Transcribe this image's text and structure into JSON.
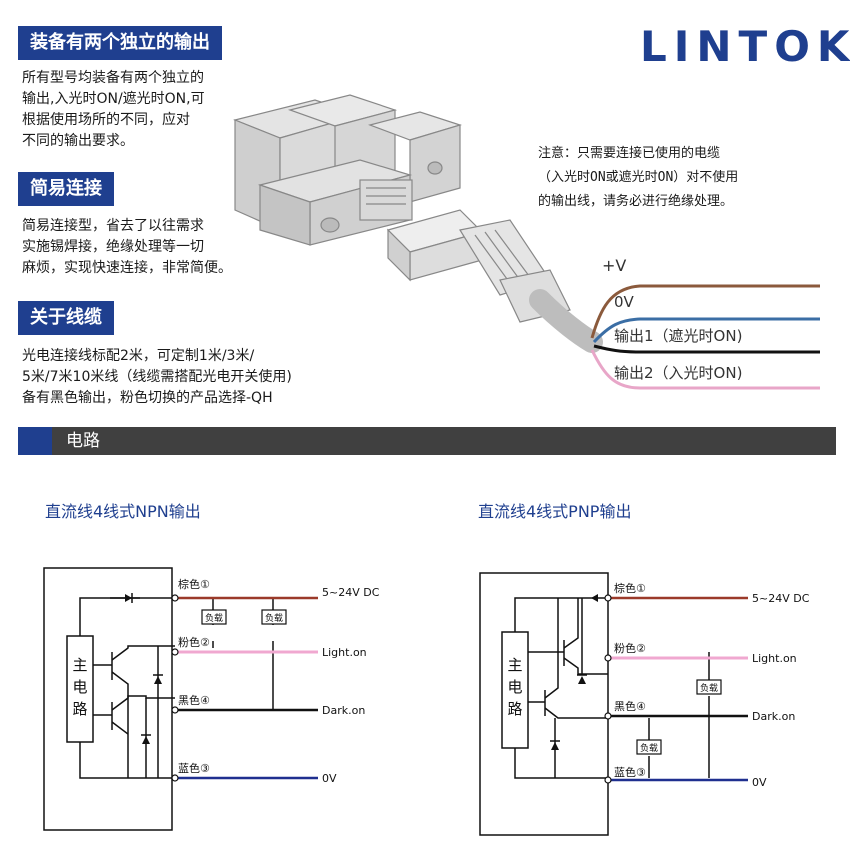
{
  "brand": {
    "logo": "LINTOK"
  },
  "features": [
    {
      "title": "装备有两个独立的输出",
      "lines": [
        "所有型号均装备有两个独立的",
        "输出,入光时ON/遮光时ON,可",
        "根据使用场所的不同，应对",
        "不同的输出要求。"
      ]
    },
    {
      "title": "简易连接",
      "lines": [
        "简易连接型，省去了以往需求",
        "实施锡焊接，绝缘处理等一切",
        "麻烦，实现快速连接，非常简便。"
      ]
    },
    {
      "title": "关于线缆",
      "lines": [
        "光电连接线标配2米，可定制1米/3米/",
        "5米/7米10米线（线缆需搭配光电开关使用)",
        "备有黑色输出，粉色切换的产品选择-QH"
      ]
    }
  ],
  "notice": {
    "lines": [
      "注意：只需要连接已使用的电缆",
      "（入光时ON或遮光时ON）对不使用",
      "的输出线，请务必进行绝缘处理。"
    ]
  },
  "cable": {
    "labels": [
      "+V",
      "0V",
      "输出1（遮光时ON)",
      "输出2（入光时ON)"
    ],
    "colors": {
      "brown": "#8b5a3c",
      "blue": "#3b6ea5",
      "black": "#111111",
      "pink": "#e8a6c8"
    }
  },
  "circuit_section": {
    "title": "电路"
  },
  "circuits": {
    "npn": {
      "title": "直流线4线式NPN输出",
      "main_circuit": "主电路",
      "wires": [
        "棕色①",
        "粉色②",
        "黑色④",
        "蓝色③"
      ],
      "terminals": [
        "5~24V DC",
        "Light.on",
        "Dark.on",
        "0V"
      ],
      "load": "负载"
    },
    "pnp": {
      "title": "直流线4线式PNP输出",
      "main_circuit": "主电路",
      "wires": [
        "棕色①",
        "粉色②",
        "黑色④",
        "蓝色③"
      ],
      "terminals": [
        "5~24V DC",
        "Light.on",
        "Dark.on",
        "0V"
      ],
      "load": "负载"
    }
  },
  "colors": {
    "brand": "#1f3f8f",
    "bar": "#404040",
    "brown_wire": "#9b3a2a",
    "pink_wire": "#f0a8d0",
    "blue_wire": "#1f2f8f"
  }
}
